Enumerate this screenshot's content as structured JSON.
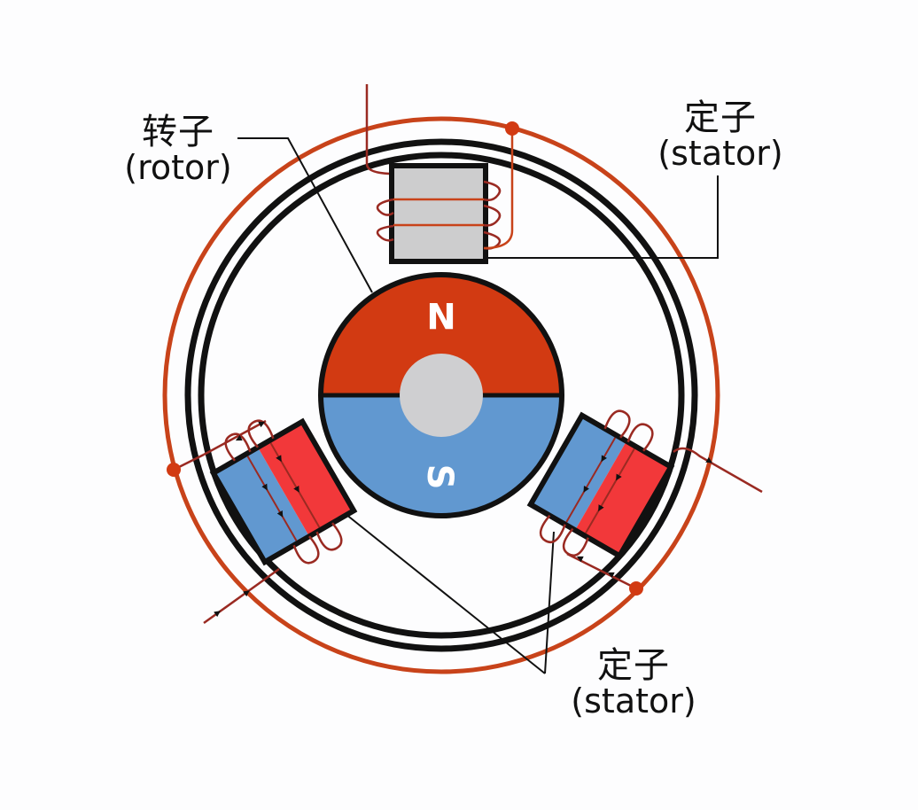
{
  "labels": {
    "rotor": {
      "cn": "转子",
      "en": "(rotor)"
    },
    "stator_top": {
      "cn": "定子",
      "en": "(stator)"
    },
    "stator_bottom": {
      "cn": "定子",
      "en": "(stator)"
    }
  },
  "rotor": {
    "north_label": "N",
    "south_label": "S",
    "north_color": "#d23a12",
    "south_color": "#6198d0",
    "shaft_color": "#cfcfd1"
  },
  "colors": {
    "wire": "#c8431a",
    "coil": "#9a2a22",
    "ring": "#111111",
    "stator_gray": "#cdcdce",
    "stator_red": "#f2383a",
    "stator_blue": "#6198d0"
  }
}
